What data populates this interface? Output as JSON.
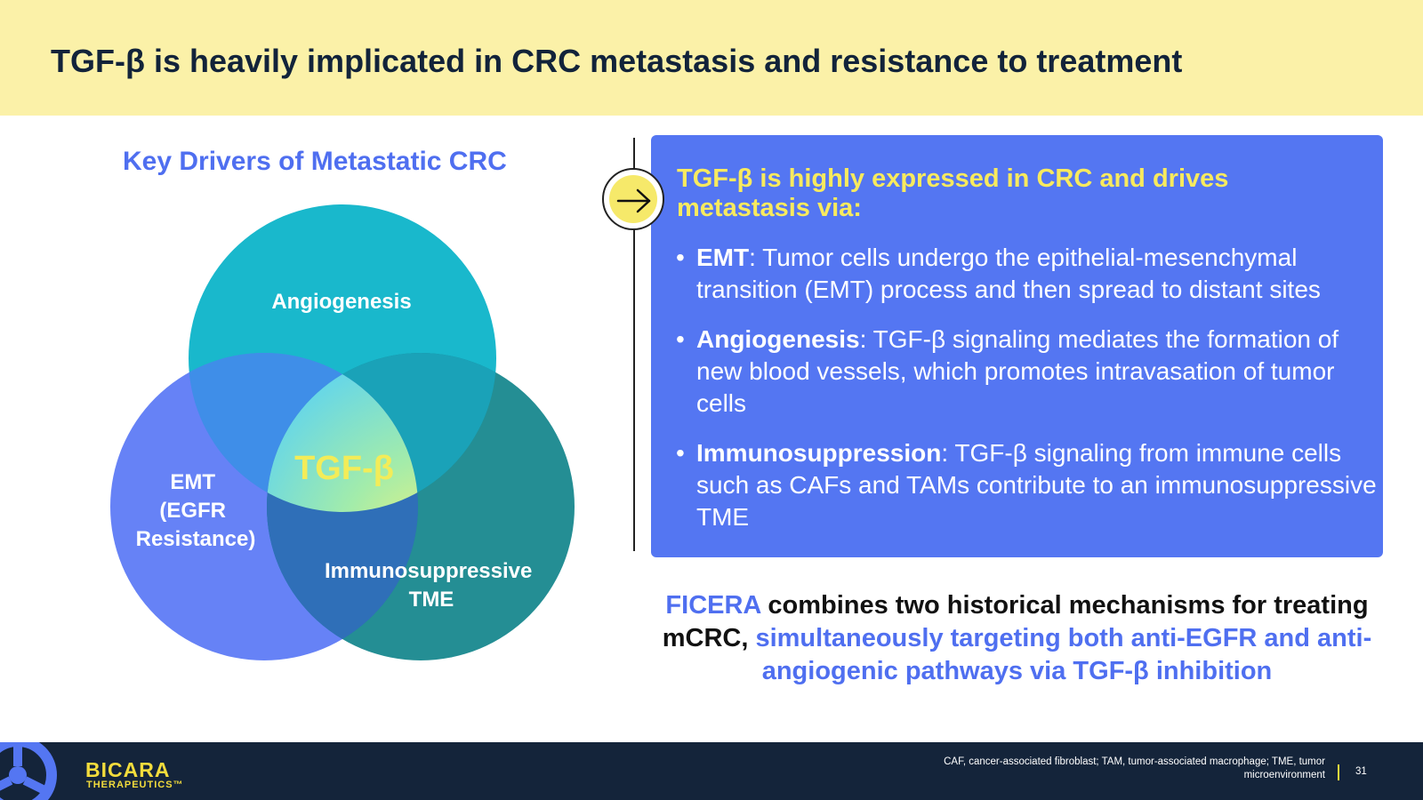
{
  "slide": {
    "title": "TGF-β is heavily implicated in CRC metastasis and resistance to treatment"
  },
  "venn": {
    "title": "Key Drivers of Metastatic CRC",
    "center_label": "TGF-β",
    "circles": [
      {
        "id": "angiogenesis",
        "lines": [
          "Angiogenesis"
        ],
        "color": "#19b8cc"
      },
      {
        "id": "emt",
        "lines": [
          "EMT",
          "(EGFR",
          "Resistance)"
        ],
        "color": "#5a78f5"
      },
      {
        "id": "immunosuppressive",
        "lines": [
          "Immunosuppressive",
          "TME"
        ],
        "color": "#13858c"
      }
    ]
  },
  "info_box": {
    "arrow_icon": "arrow-right-icon",
    "heading": "TGF-β is highly expressed in CRC and drives metastasis via:",
    "bullets": [
      {
        "term": "EMT",
        "text": ": Tumor cells undergo the epithelial-mesenchymal transition (EMT) process and then spread to distant sites"
      },
      {
        "term": "Angiogenesis",
        "text": ": TGF-β signaling mediates the formation of new blood vessels, which promotes intravasation of tumor cells"
      },
      {
        "term": "Immunosuppression",
        "text": ": TGF-β signaling from immune cells such as CAFs and TAMs contribute to an immunosuppressive TME"
      }
    ]
  },
  "conclusion": {
    "part1": "FICERA",
    "part2": " combines two historical mechanisms for treating mCRC, ",
    "part3": "simultaneously targeting both anti-EGFR and anti-angiogenic pathways via TGF-β inhibition"
  },
  "footer": {
    "logo_name": "BICARA",
    "logo_sub": "THERAPEUTICS™",
    "footnote": "CAF, cancer-associated fibroblast; TAM, tumor-associated macrophage; TME, tumor microenvironment",
    "page_number": "31"
  },
  "colors": {
    "header_bg": "#fbf1a8",
    "title_text": "#12233a",
    "accent_blue": "#4f6ff0",
    "box_blue": "#5476f2",
    "heading_yellow": "#f8ea5e",
    "footer_bg": "#14243a",
    "logo_yellow": "#f3dc3c"
  }
}
